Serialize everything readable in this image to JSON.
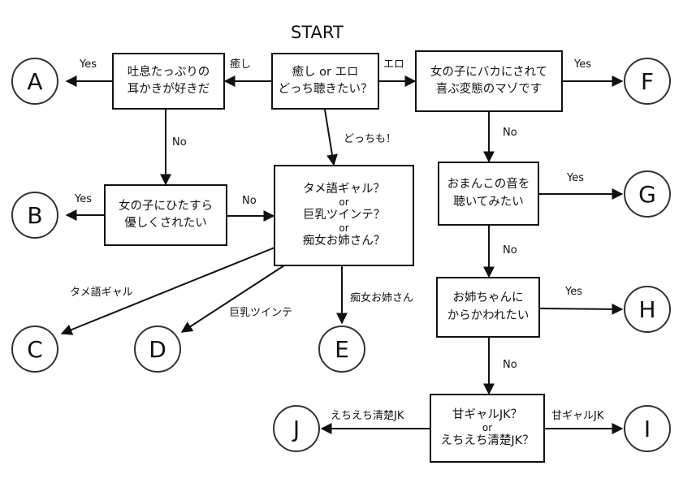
{
  "title": "START",
  "nodes": {
    "start": {
      "line1": "癒し or エロ",
      "line2": "どっち聴きたい？"
    },
    "breath": {
      "line1": "吐息たっぷりの",
      "line2": "耳かきが好きだ"
    },
    "masochist": {
      "line1": "女の子にバカにされて",
      "line2": "喜ぶ変態のマゾです"
    },
    "gentle": {
      "line1": "女の子にひたすら",
      "line2": "優しくされたい"
    },
    "choice3": {
      "opt1": "タメ語ギャル？",
      "or1": "or",
      "opt2": "巨乳ツインテ？",
      "or2": "or",
      "opt3": "痴女お姉さん？"
    },
    "omanko": {
      "line1": "おまんこの音を",
      "line2": "聴いてみたい"
    },
    "onee": {
      "line1": "お姉ちゃんに",
      "line2": "からかわれたい"
    },
    "jk": {
      "opt1": "甘ギャルJK？",
      "or": "or",
      "opt2": "えちえち清楚JK？"
    }
  },
  "results": [
    "A",
    "B",
    "C",
    "D",
    "E",
    "F",
    "G",
    "H",
    "I",
    "J"
  ],
  "edges": {
    "iyashi": "癒し",
    "ero": "エロ",
    "dotchimo": "どっちも！",
    "yes": "Yes",
    "no": "No",
    "tamego": "タメ語ギャル",
    "kyonyu": "巨乳ツインテ",
    "chijo": "痴女お姉さん",
    "amagyaru": "甘ギャルJK",
    "echiechi": "えちえち清楚JK"
  }
}
